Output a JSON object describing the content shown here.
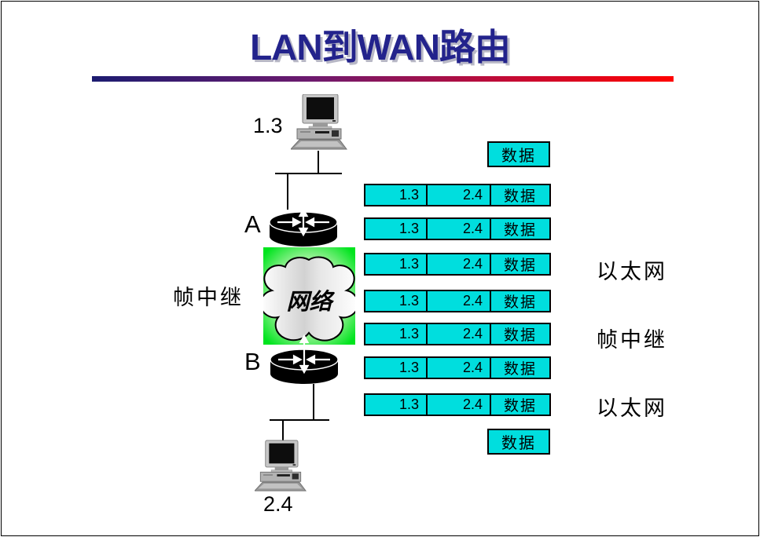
{
  "title": "LAN到WAN路由",
  "nodes": {
    "host_top": "1.3",
    "host_bottom": "2.4",
    "router_a": "A",
    "router_b": "B",
    "cloud": "网络",
    "frame_relay_left": "帧中继"
  },
  "frames": [
    {
      "data": "数据"
    },
    {
      "src": "1.3",
      "dst": "2.4",
      "data": "数据"
    },
    {
      "src": "1.3",
      "dst": "2.4",
      "data": "数据"
    },
    {
      "src": "1.3",
      "dst": "2.4",
      "data": "数据"
    },
    {
      "src": "1.3",
      "dst": "2.4",
      "data": "数据"
    },
    {
      "src": "1.3",
      "dst": "2.4",
      "data": "数据"
    },
    {
      "src": "1.3",
      "dst": "2.4",
      "data": "数据"
    },
    {
      "src": "1.3",
      "dst": "2.4",
      "data": "数据"
    },
    {
      "data": "数据"
    }
  ],
  "right_labels": [
    "以太网",
    "帧中继",
    "以太网"
  ],
  "colors": {
    "frame_fill": "#00dede",
    "wan_green": "#00e41e",
    "title_navy": "#23238c",
    "rule_left": "#1c1c70",
    "rule_right": "#ff0000"
  }
}
